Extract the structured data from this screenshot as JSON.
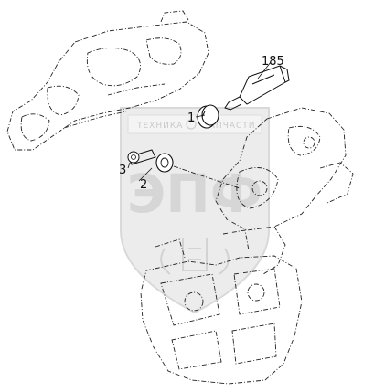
{
  "diagram": {
    "callouts": [
      {
        "id": "c185",
        "label": "185"
      },
      {
        "id": "c1",
        "label": "1"
      },
      {
        "id": "c2",
        "label": "2"
      },
      {
        "id": "c3",
        "label": "3"
      }
    ],
    "watermark": {
      "brand_text": "ЭПФ",
      "left_word": "ТЕХНИКА",
      "right_word": "ЗАПЧАСТИ",
      "colors": {
        "shield": "#ececec",
        "shield_edge": "#d9d9d9",
        "text": "#c9c9c9"
      }
    }
  }
}
